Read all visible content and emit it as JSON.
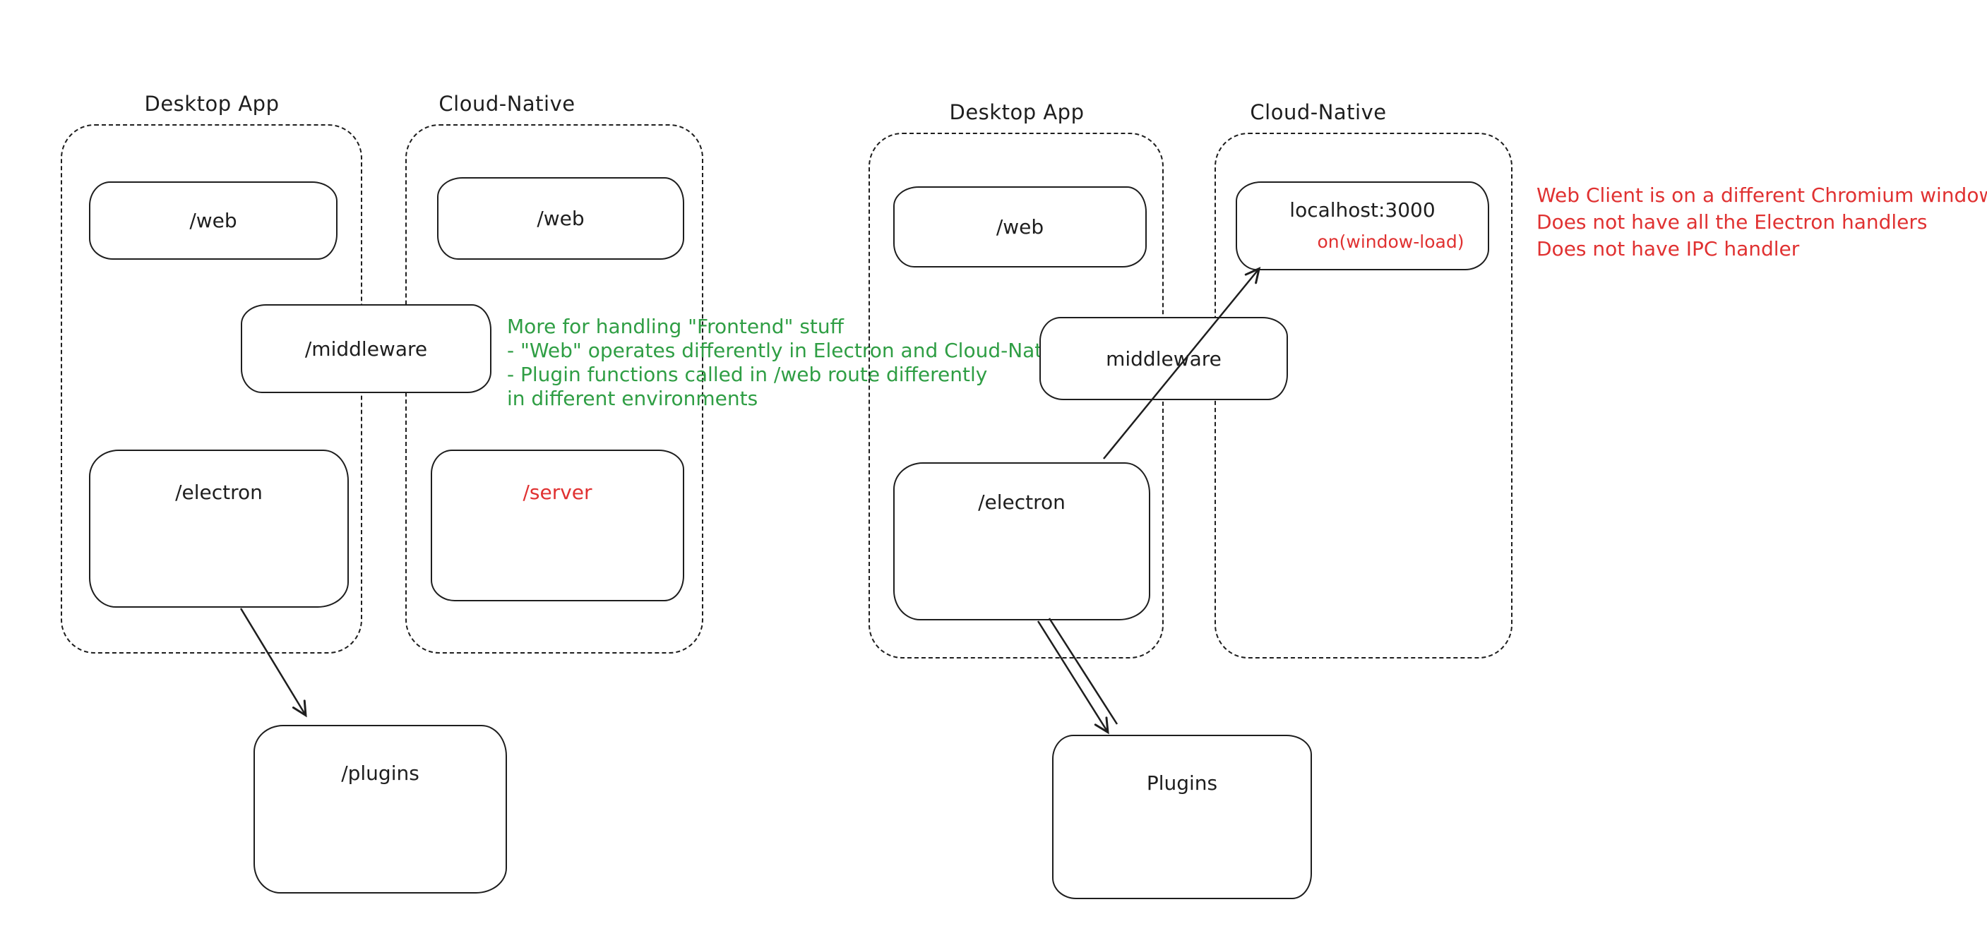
{
  "canvas": {
    "background": "#ffffff"
  },
  "colors": {
    "stroke": "#1e1e1e",
    "accent_green": "#2f9e44",
    "accent_red": "#e03131"
  },
  "left_diagram": {
    "desktop_app": {
      "label": "Desktop App",
      "web": "/web",
      "middleware": "/middleware",
      "electron": "/electron"
    },
    "cloud_native": {
      "label": "Cloud-Native",
      "web": "/web",
      "server": "/server"
    },
    "plugins": "/plugins",
    "green_note": {
      "lines": [
        "More for handling \"Frontend\" stuff",
        "- \"Web\" operates differently in Electron and Cloud-Native",
        "- Plugin functions called in /web route differently",
        "in different environments"
      ]
    }
  },
  "right_diagram": {
    "desktop_app": {
      "label": "Desktop App",
      "web": "/web",
      "middleware": "middleware",
      "electron": "/electron"
    },
    "cloud_native": {
      "label": "Cloud-Native",
      "localhost": "localhost:3000",
      "window_load": "on(window-load)"
    },
    "plugins": "Plugins",
    "red_note": {
      "lines": [
        "Web Client is on a different Chromium window",
        "Does not have all the Electron handlers",
        "Does not have IPC handler"
      ]
    }
  }
}
